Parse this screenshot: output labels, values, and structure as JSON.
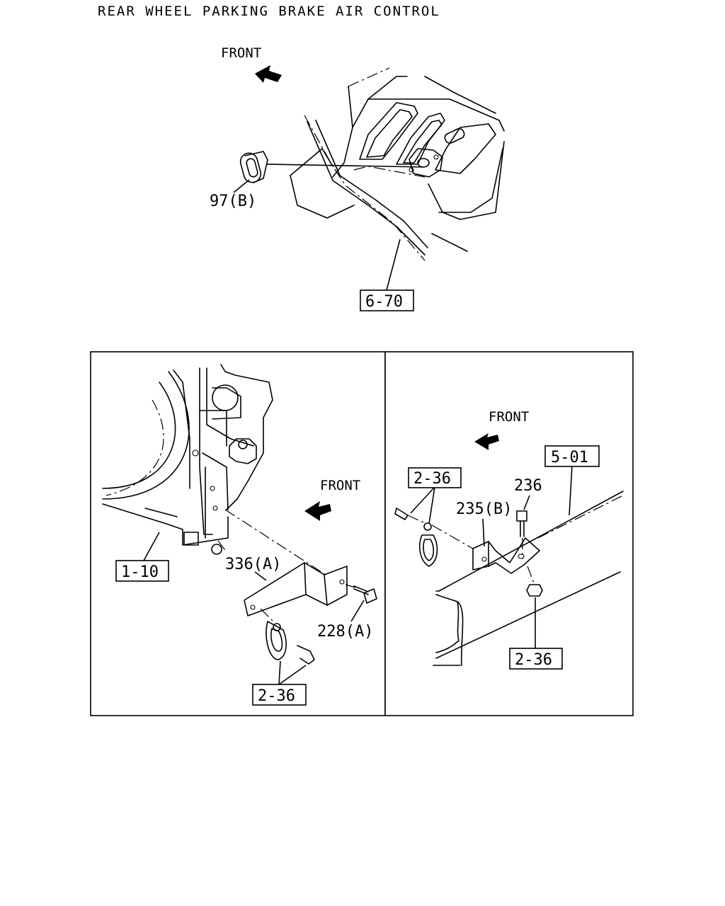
{
  "title": "REAR WHEEL PARKING BRAKE AIR CONTROL",
  "top_view": {
    "front_label": "FRONT",
    "callouts": {
      "grommet": "97(B)",
      "pipe_ref": "6-70"
    }
  },
  "left_panel": {
    "front_label": "FRONT",
    "callouts": {
      "frame_ref": "1-10",
      "bracket": "336(A)",
      "bolt": "228(A)",
      "clip_ref": "2-36"
    }
  },
  "right_panel": {
    "front_label": "FRONT",
    "callouts": {
      "frame_ref": "5-01",
      "clip_ref_top": "2-36",
      "bolt": "236",
      "bracket": "235(B)",
      "nut_ref": "2-36"
    }
  }
}
